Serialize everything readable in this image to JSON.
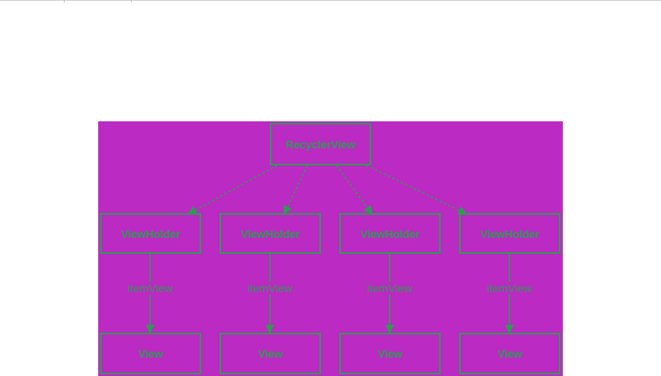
{
  "diagram": {
    "root": {
      "label": "RecyclerView"
    },
    "holders": [
      {
        "label": "ViewHolder",
        "edge_label": "itemView",
        "child": "View"
      },
      {
        "label": "ViewHolder",
        "edge_label": "itemView",
        "child": "View"
      },
      {
        "label": "ViewHolder",
        "edge_label": "itemView",
        "child": "View"
      },
      {
        "label": "ViewHolder",
        "edge_label": "itemView",
        "child": "View"
      }
    ],
    "colors": {
      "background": "#bb2ac2",
      "stroke": "#2f9a53",
      "page": "#ffffff"
    }
  }
}
